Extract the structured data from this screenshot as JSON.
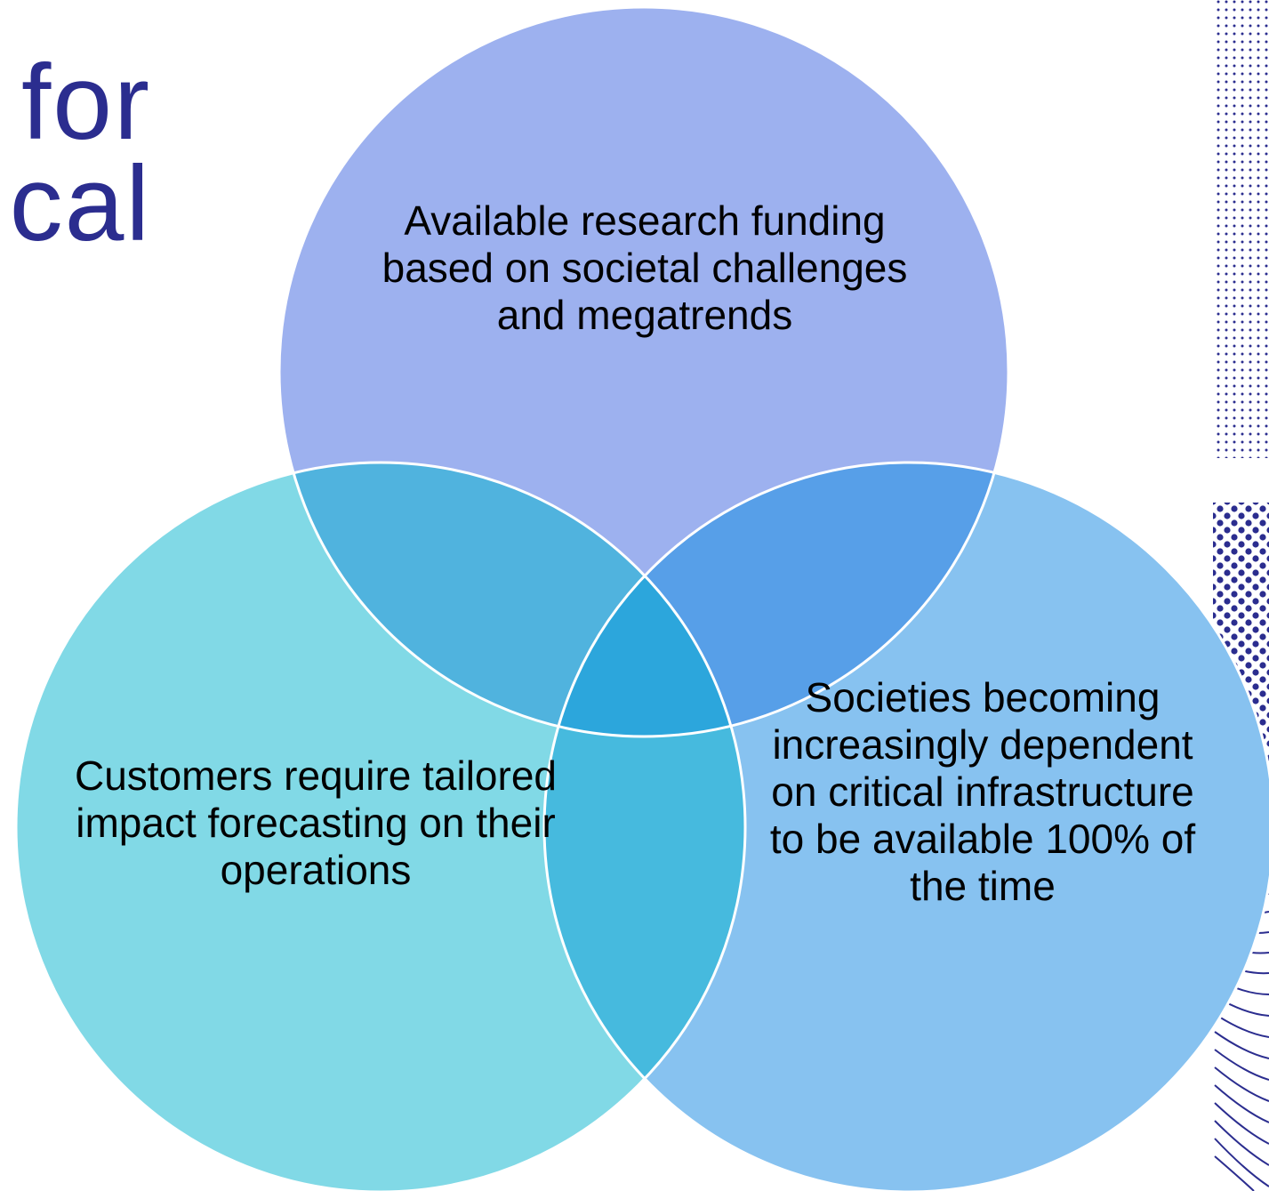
{
  "slide": {
    "title_fragment_lines": [
      "for",
      "cal"
    ]
  },
  "venn": {
    "circles": [
      {
        "id": "top",
        "label": "Available research funding based on societal challenges and megatrends",
        "color": "#9db1ef"
      },
      {
        "id": "left",
        "label": "Customers require tailored impact forecasting on their operations",
        "color": "#81d9e6"
      },
      {
        "id": "right",
        "label": "Societies becoming increasingly dependent on critical infrastructure to be available 100% of the time",
        "color": "#87c2f0"
      }
    ],
    "overlap_colors": {
      "top_left": "#50b3de",
      "top_right": "#579fe8",
      "left_right": "#46bade",
      "center": "#2ca6dc"
    }
  },
  "decor": {
    "dot_color": "#2b2d8f",
    "line_color": "#2b2d8f"
  }
}
